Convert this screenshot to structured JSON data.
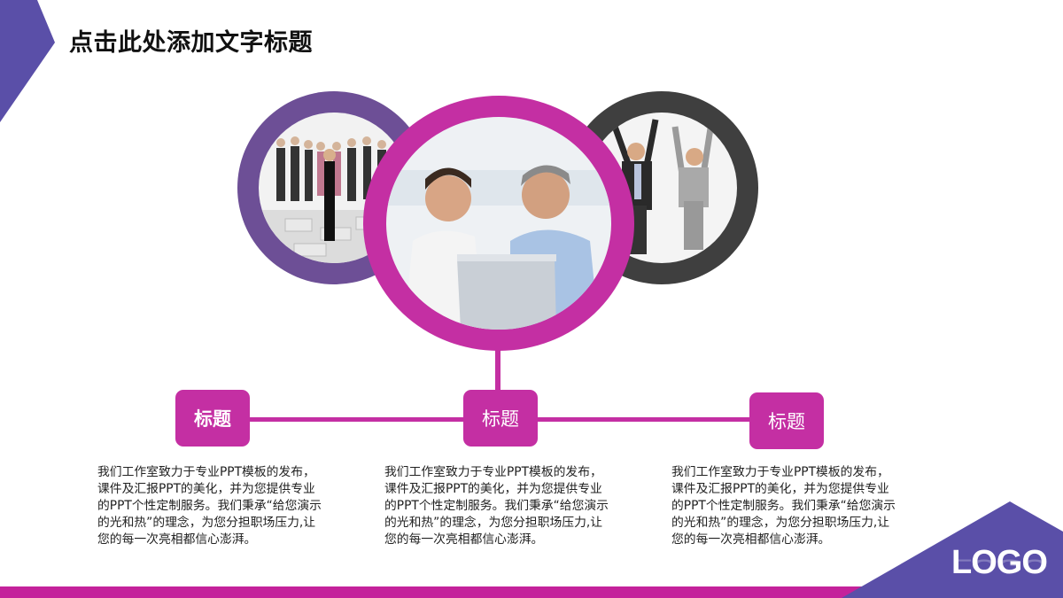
{
  "header": {
    "title": "点击此处添加文字标题"
  },
  "colors": {
    "accent_purple": "#5a4fa8",
    "accent_magenta": "#c42fa3",
    "ring_left": "#6d4f96",
    "ring_right": "#3f3f3f"
  },
  "photos": [
    {
      "name": "crowd-on-puzzle-photo",
      "description": "business crowd standing on puzzle pieces"
    },
    {
      "name": "two-men-laptop-photo",
      "description": "two businessmen looking at a laptop"
    },
    {
      "name": "jumping-business-people-photo",
      "description": "two business people jumping"
    }
  ],
  "items": [
    {
      "title": "标题",
      "text": "我们工作室致力于专业PPT模板的发布，课件及汇报PPT的美化，并为您提供专业的PPT个性定制服务。我们秉承“给您演示的光和热”的理念，为您分担职场压力,让您的每一次亮相都信心澎湃。"
    },
    {
      "title": "标题",
      "text": "我们工作室致力于专业PPT模板的发布，课件及汇报PPT的美化，并为您提供专业的PPT个性定制服务。我们秉承“给您演示的光和热”的理念，为您分担职场压力,让您的每一次亮相都信心澎湃。"
    },
    {
      "title": "标题",
      "text": "我们工作室致力于专业PPT模板的发布，课件及汇报PPT的美化，并为您提供专业的PPT个性定制服务。我们秉承“给您演示的光和热”的理念，为您分担职场压力,让您的每一次亮相都信心澎湃。"
    }
  ],
  "footer": {
    "logo": "LOGO"
  }
}
